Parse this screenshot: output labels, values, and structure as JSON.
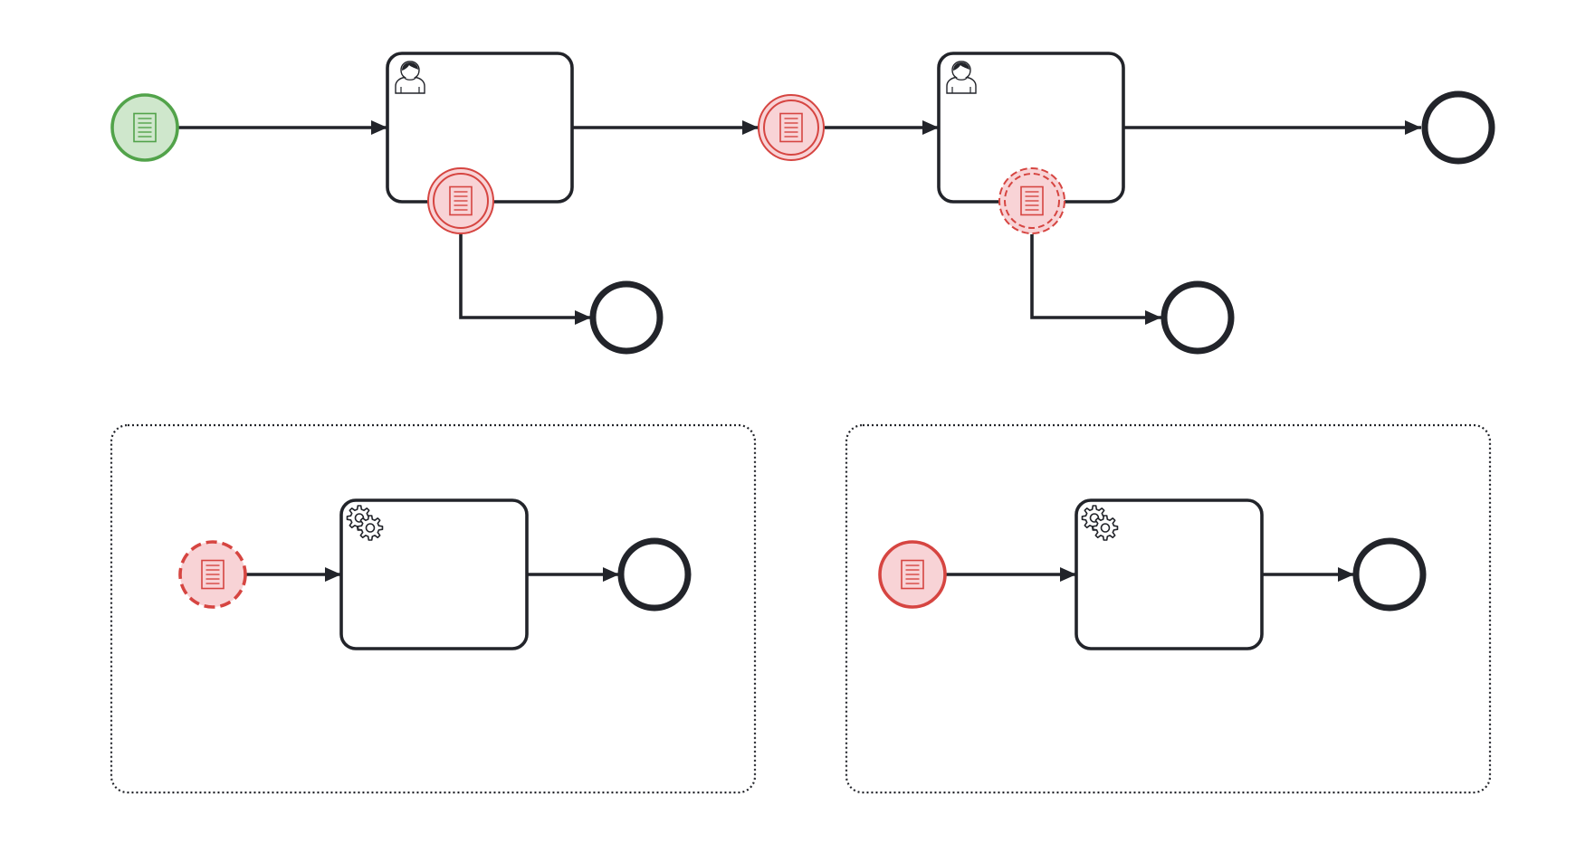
{
  "diagram": {
    "type": "bpmn-process",
    "labels": [],
    "colors": {
      "stroke": "#22242a",
      "start_message_stroke": "#52a34a",
      "start_message_fill": "#cfe7cc",
      "signal_stroke": "#d64541",
      "signal_fill": "#f8d3d6",
      "canvas": "#ffffff"
    },
    "main_flow": {
      "start_event": {
        "kind": "message-start",
        "icon": "message-icon"
      },
      "task_1": {
        "kind": "user-task",
        "icon": "user-icon"
      },
      "boundary_event_1": {
        "kind": "interrupting-message-boundary",
        "icon": "message-icon"
      },
      "end_event_branch_1": {
        "kind": "end"
      },
      "intermediate_event": {
        "kind": "intermediate-catch-message",
        "icon": "message-icon"
      },
      "task_2": {
        "kind": "user-task",
        "icon": "user-icon"
      },
      "boundary_event_2": {
        "kind": "non-interrupting-message-boundary",
        "icon": "message-icon"
      },
      "end_event_branch_2": {
        "kind": "end"
      },
      "end_event_main": {
        "kind": "end"
      }
    },
    "event_subprocesses": [
      {
        "kind": "event-subprocess",
        "start_event": {
          "kind": "non-interrupting-message-start",
          "icon": "message-icon"
        },
        "task": {
          "kind": "service-task",
          "icon": "gear-icon"
        },
        "end_event": {
          "kind": "end"
        }
      },
      {
        "kind": "event-subprocess",
        "start_event": {
          "kind": "interrupting-message-start",
          "icon": "message-icon"
        },
        "task": {
          "kind": "service-task",
          "icon": "gear-icon"
        },
        "end_event": {
          "kind": "end"
        }
      }
    ]
  }
}
